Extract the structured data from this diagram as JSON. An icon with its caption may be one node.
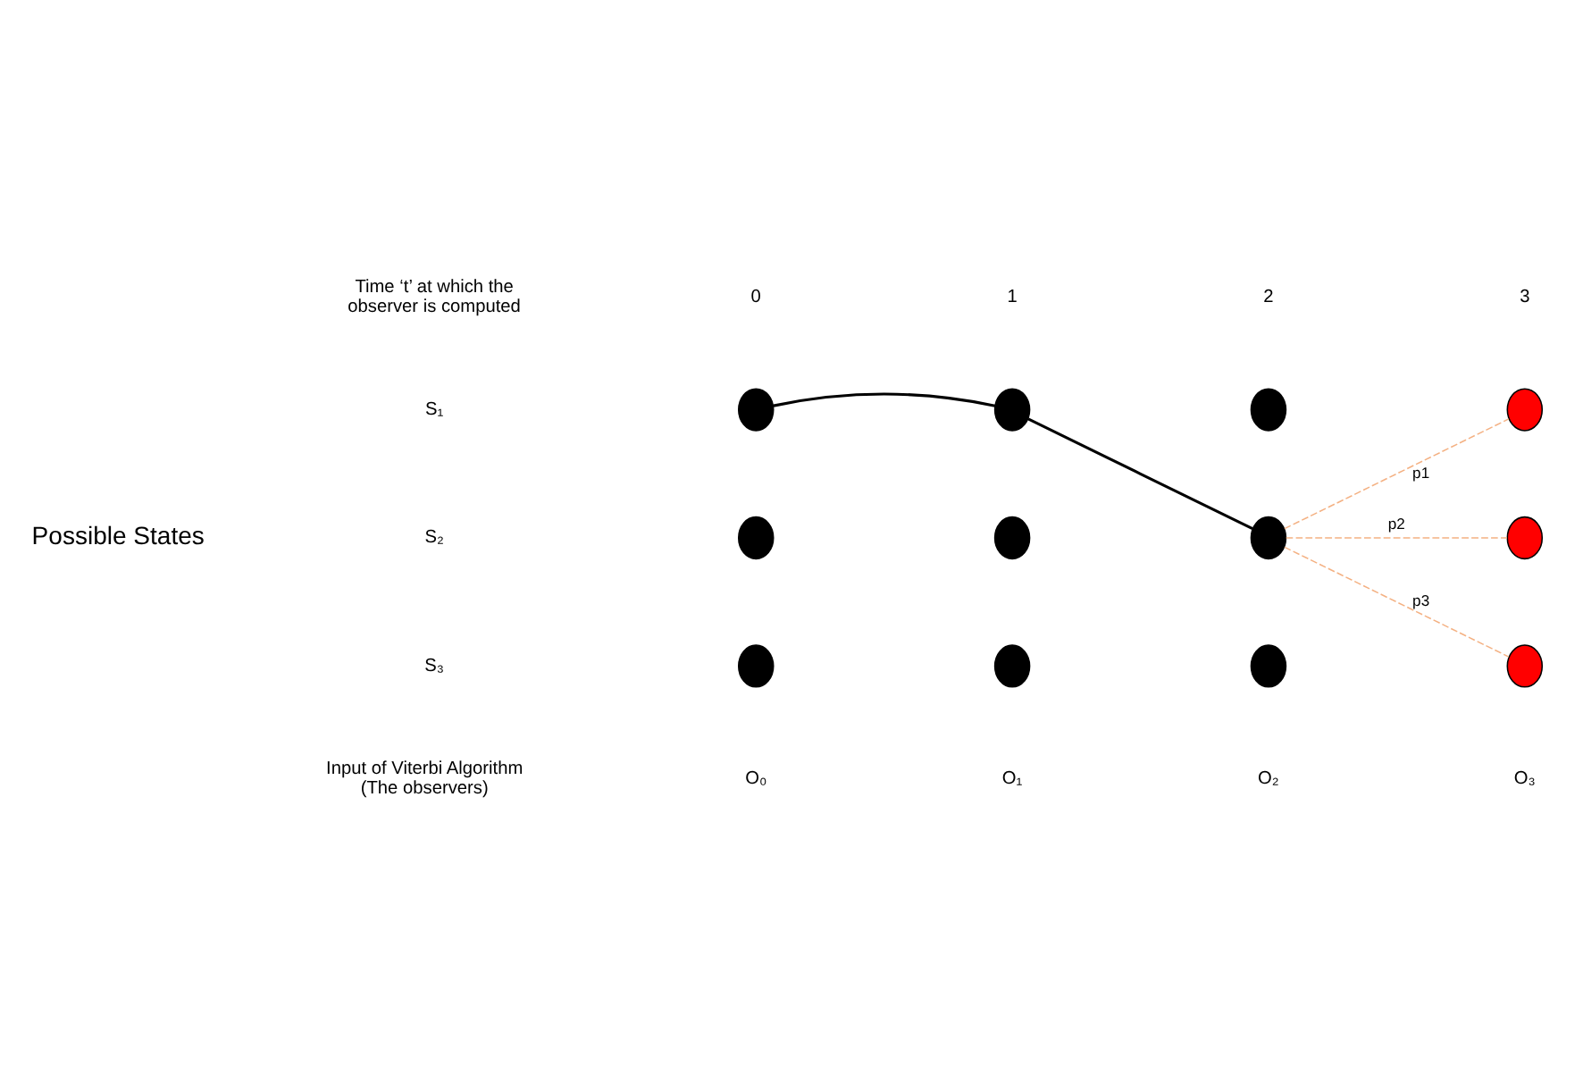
{
  "diagram": {
    "nodes": [
      {
        "text": [],
        "shape": "circle"
      },
      {
        "text": [],
        "shape": "circle"
      },
      {
        "text": [],
        "shape": "circle"
      },
      {
        "text": [],
        "shape": "circle"
      },
      {
        "text": [],
        "shape": "circle"
      },
      {
        "text": [],
        "shape": "circle"
      },
      {
        "text": [],
        "shape": "circle"
      },
      {
        "text": [],
        "shape": "circle"
      },
      {
        "text": [],
        "shape": "circle"
      },
      {
        "text": [],
        "shape": "circle"
      },
      {
        "text": [],
        "shape": "circle"
      },
      {
        "text": [],
        "shape": "circle"
      }
    ],
    "edges": [
      {
        "from": 0,
        "to": 1,
        "arrow": "none",
        "color": "#000000"
      },
      {
        "from": 1,
        "to": 6,
        "arrow": "none",
        "color": "#000000"
      },
      {
        "from": 6,
        "to": 3,
        "arrow": "none",
        "label": "p1",
        "style": "dashed",
        "color": "#f4b183"
      },
      {
        "from": 6,
        "to": 7,
        "arrow": "none",
        "label": "p2",
        "style": "dashed",
        "color": "#f4b183"
      },
      {
        "from": 6,
        "to": 11,
        "arrow": "none",
        "label": "p3",
        "style": "dashed",
        "color": "#f4b183"
      }
    ],
    "labels": [
      "Time ‘t’ at which the observer is computed",
      "0",
      "1",
      "2",
      "3",
      "Possible States",
      "S₁",
      "S₂",
      "S₃",
      "Input of Viterbi Algorithm (The observers)",
      "O₀",
      "O₁",
      "O₂",
      "O₃"
    ]
  }
}
